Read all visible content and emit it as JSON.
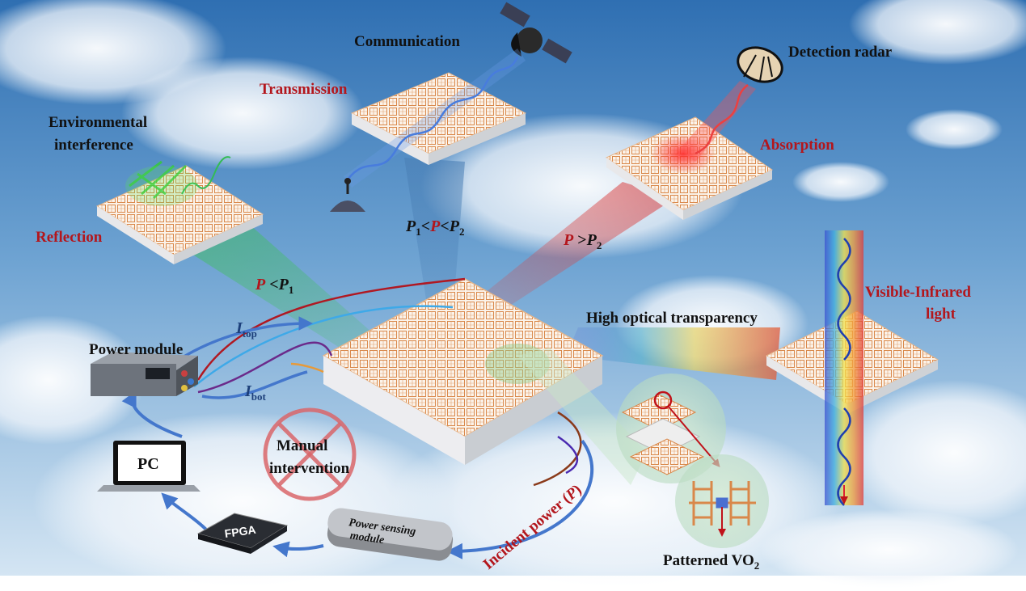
{
  "labels": {
    "communication": "Communication",
    "transmission": "Transmission",
    "detection_radar": "Detection radar",
    "absorption": "Absorption",
    "env_line1": "Environmental",
    "env_line2": "interference",
    "reflection": "Reflection",
    "visible_line1": "Visible-Infrared",
    "visible_line2": "light",
    "high_optical": "High optical transparency",
    "power_module": "Power module",
    "manual_line1": "Manual",
    "manual_line2": "intervention",
    "pc": "PC",
    "fpga": "FPGA",
    "power_sensing_line1": "Power sensing",
    "power_sensing_line2": "module",
    "incident_power": "Incident power (",
    "incident_p": "P",
    "incident_close": ")",
    "patterned": "Patterned VO",
    "patterned_sub": "2"
  },
  "conditions": {
    "p_lt_p1": {
      "p": "P",
      "op": " <",
      "p1": "P",
      "sub1": "1"
    },
    "p1_lt_p_lt_p2": {
      "p1": "P",
      "sub1": "1",
      "op1": "<",
      "p": "P",
      "op2": "<",
      "p2": "P",
      "sub2": "2"
    },
    "p_gt_p2": {
      "p": "P",
      "op": " >",
      "p2": "P",
      "sub2": "2"
    }
  },
  "currents": {
    "top": {
      "base": "I",
      "sub": "top"
    },
    "bot": {
      "base": "I",
      "sub": "bot"
    }
  },
  "colors": {
    "sky_top": "#2e6fb0",
    "sky_bottom": "#cfe2f2",
    "copper": "#d98a4f",
    "red_label": "#b3161c",
    "wave_blue": "#3a6fd8",
    "wave_green": "#3dbb3d",
    "arrow_blue": "#4477cc"
  },
  "icons": [
    "satellite-icon",
    "ground-antenna-icon",
    "radar-dish-icon",
    "power-supply-icon",
    "laptop-icon",
    "fpga-chip-icon",
    "sensor-module-icon",
    "no-entry-icon"
  ]
}
